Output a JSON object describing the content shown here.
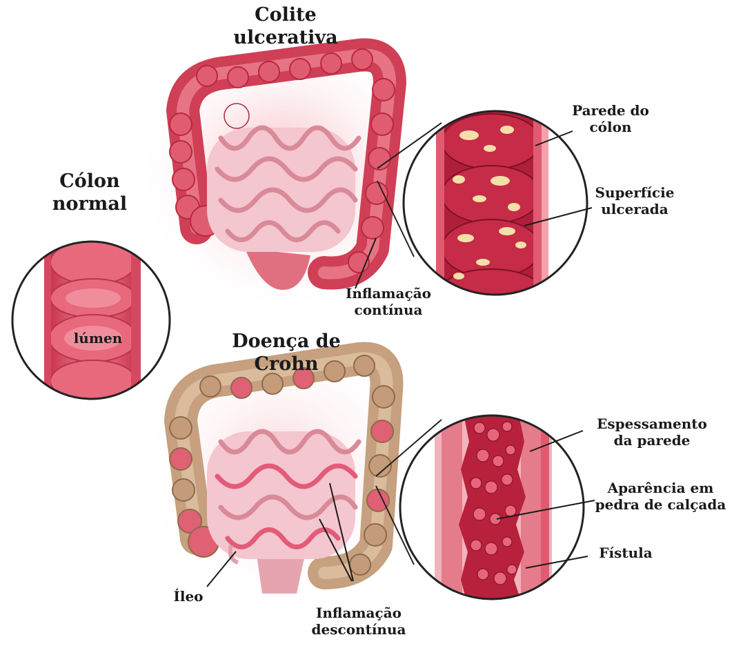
{
  "titles": {
    "colite": [
      "Colite",
      "ulcerativa"
    ],
    "normal": [
      "Cólon",
      "normal"
    ],
    "crohn": [
      "Doença de",
      "Crohn"
    ]
  },
  "labels": {
    "lumen": "lúmen",
    "parede_colon": [
      "Parede do",
      "cólon"
    ],
    "superficie": [
      "Superfície",
      "ulcerada"
    ],
    "inflamacao_continua": [
      "Inflamação",
      "contínua"
    ],
    "espessamento": [
      "Espessamento",
      "da parede"
    ],
    "aparencia": [
      "Aparência em",
      "pedra de calçada"
    ],
    "fistula": "Fístula",
    "ileo": "Íleo",
    "inflamacao_descontinua": [
      "Inflamação",
      "descontínua"
    ]
  },
  "colors": {
    "colon_red": "#d9455a",
    "colon_light": "#f08a96",
    "intestine_pink": "#f4c6cf",
    "crohn_tan": "#c9a27e",
    "ulcer_yellow": "#f3e0a8",
    "cobblestone": "#e7667c"
  }
}
